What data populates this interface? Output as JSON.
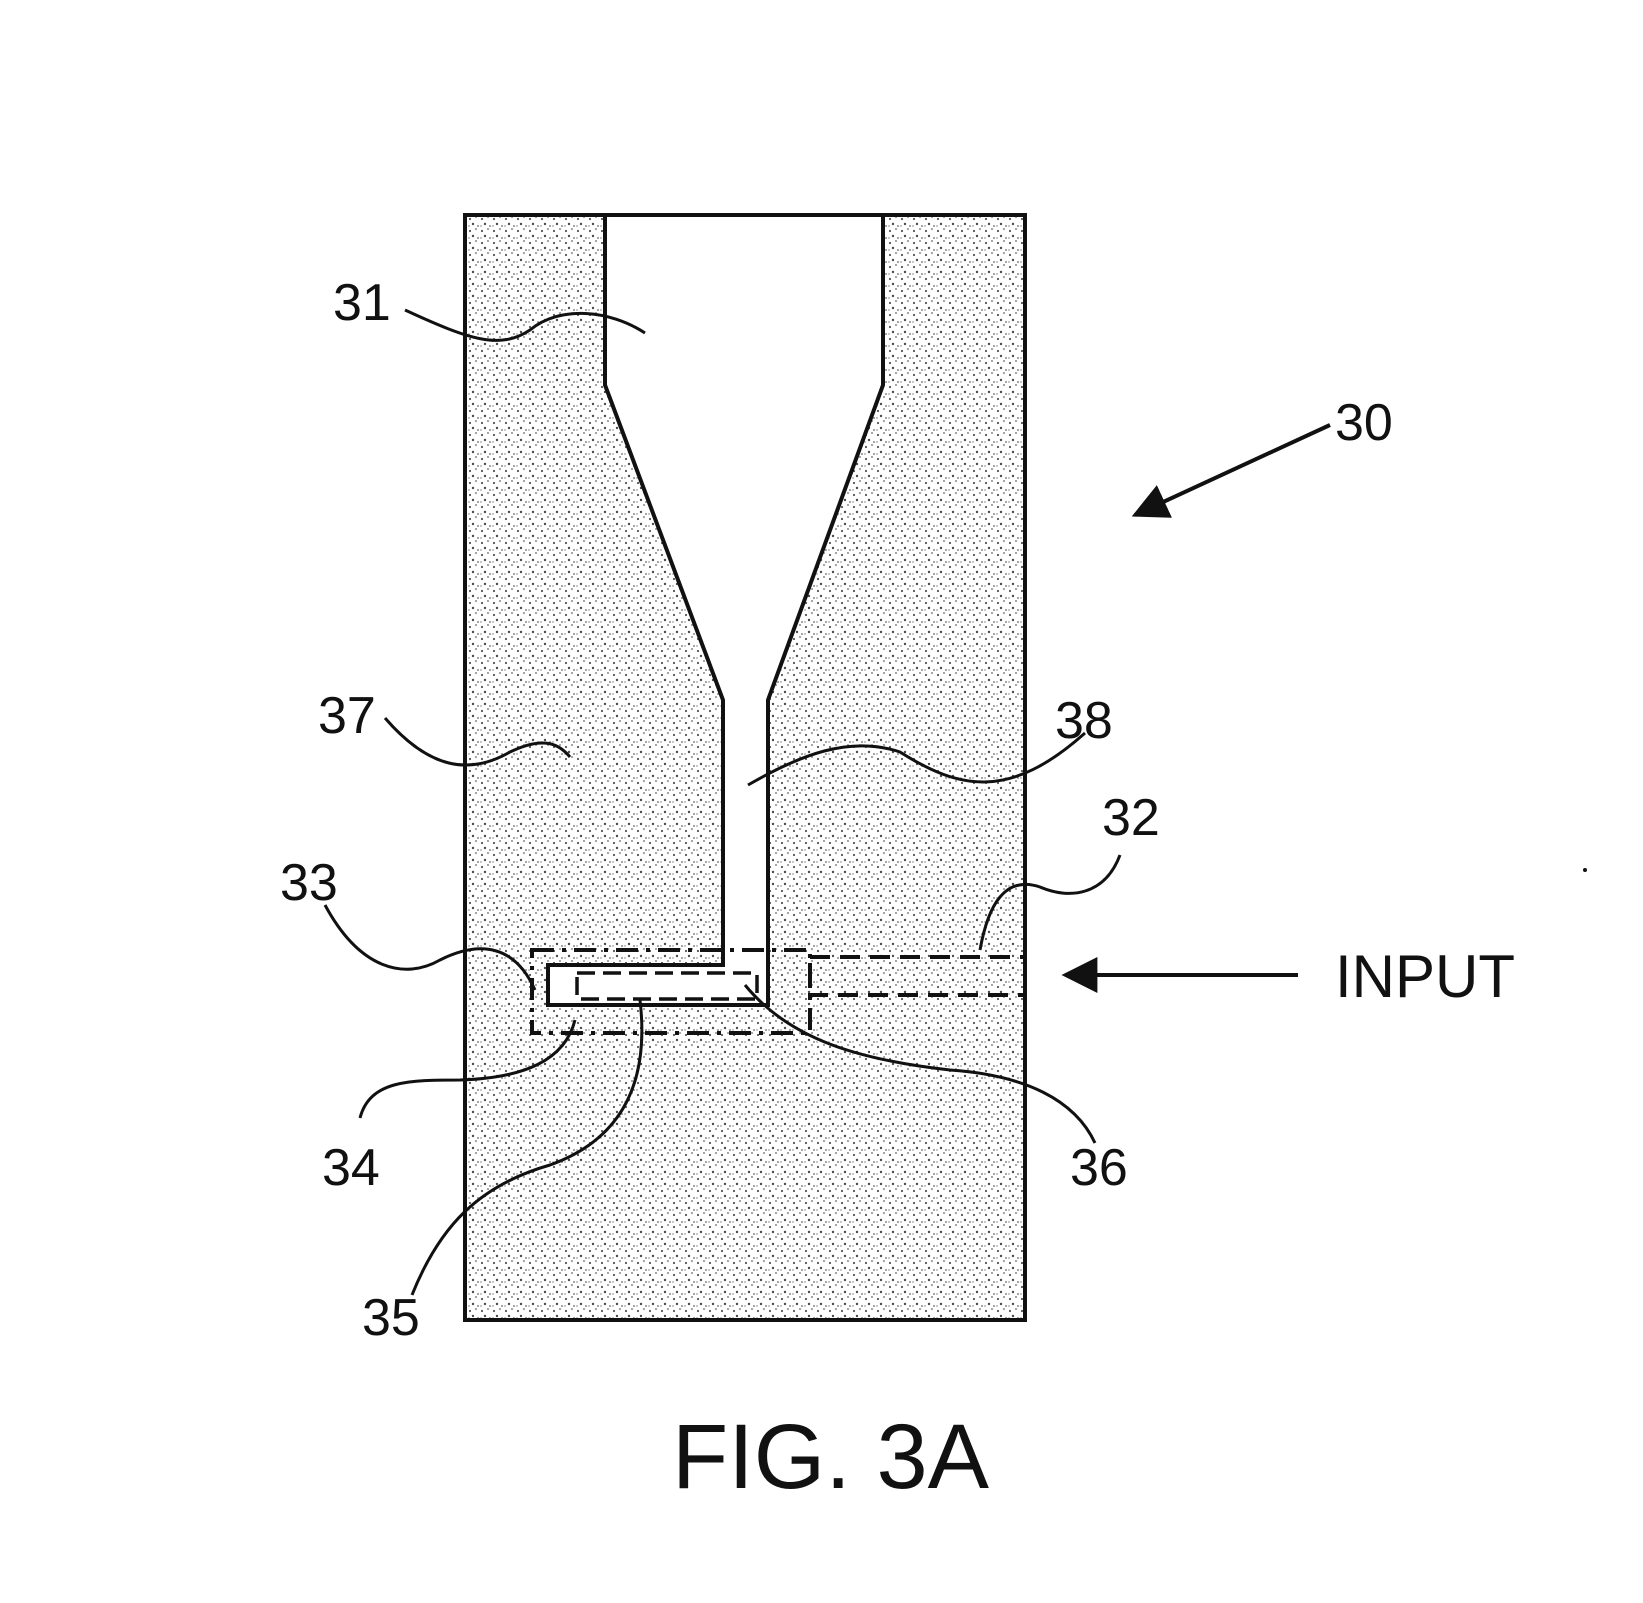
{
  "labels": {
    "ref_30": "30",
    "ref_31": "31",
    "ref_32": "32",
    "ref_33": "33",
    "ref_34": "34",
    "ref_35": "35",
    "ref_36": "36",
    "ref_37": "37",
    "ref_38": "38",
    "input": "INPUT"
  },
  "caption": "FIG. 3A",
  "colors": {
    "ink": "#111111",
    "substrate_fill": "#d9d9d9",
    "channel_fill": "#ffffff"
  }
}
